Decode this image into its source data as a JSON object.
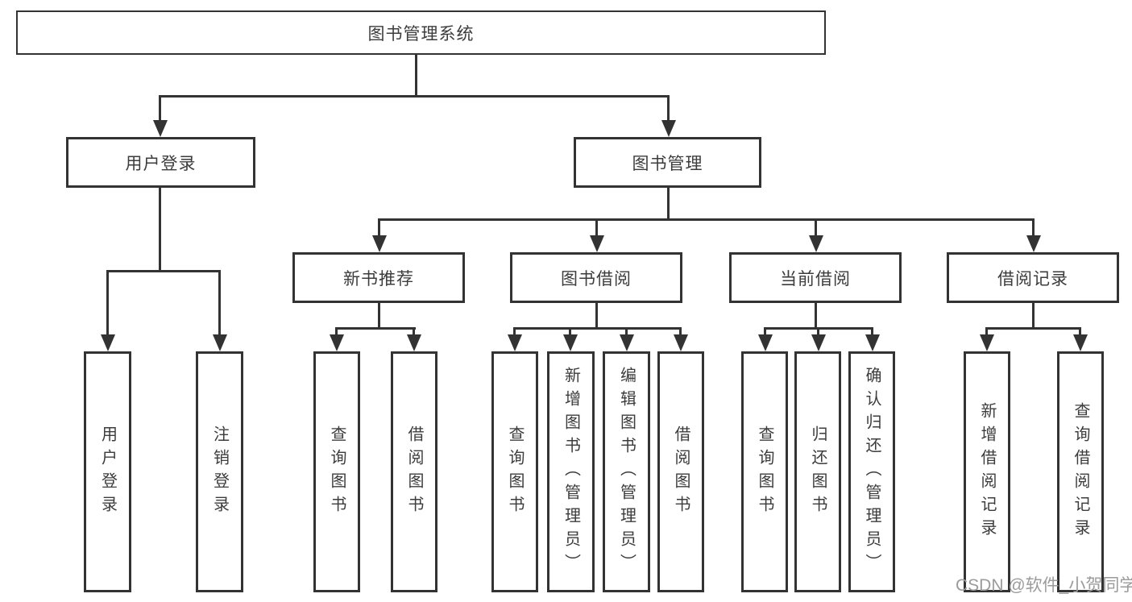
{
  "diagram": {
    "root": {
      "label": "图书管理系统"
    },
    "level2": [
      {
        "label": "用户登录"
      },
      {
        "label": "图书管理"
      }
    ],
    "level3": [
      {
        "label": "新书推荐"
      },
      {
        "label": "图书借阅"
      },
      {
        "label": "当前借阅"
      },
      {
        "label": "借阅记录"
      }
    ],
    "leaves": {
      "user_login": [
        "用户登录",
        "注销登录"
      ],
      "new_book": [
        "查询图书",
        "借阅图书"
      ],
      "book_borrow": [
        "查询图书",
        "新增图书（管理员）",
        "编辑图书（管理员）",
        "借阅图书"
      ],
      "current_borrow": [
        "查询图书",
        "归还图书",
        "确认归还（管理员）"
      ],
      "borrow_record": [
        "新增借阅记录",
        "查询借阅记录"
      ]
    },
    "watermark": "CSDN @软件_小贺同学",
    "colors": {
      "line": "#333333",
      "text": "#3c3c3c",
      "watermark": "#9b9b9b",
      "background": "#ffffff"
    }
  }
}
